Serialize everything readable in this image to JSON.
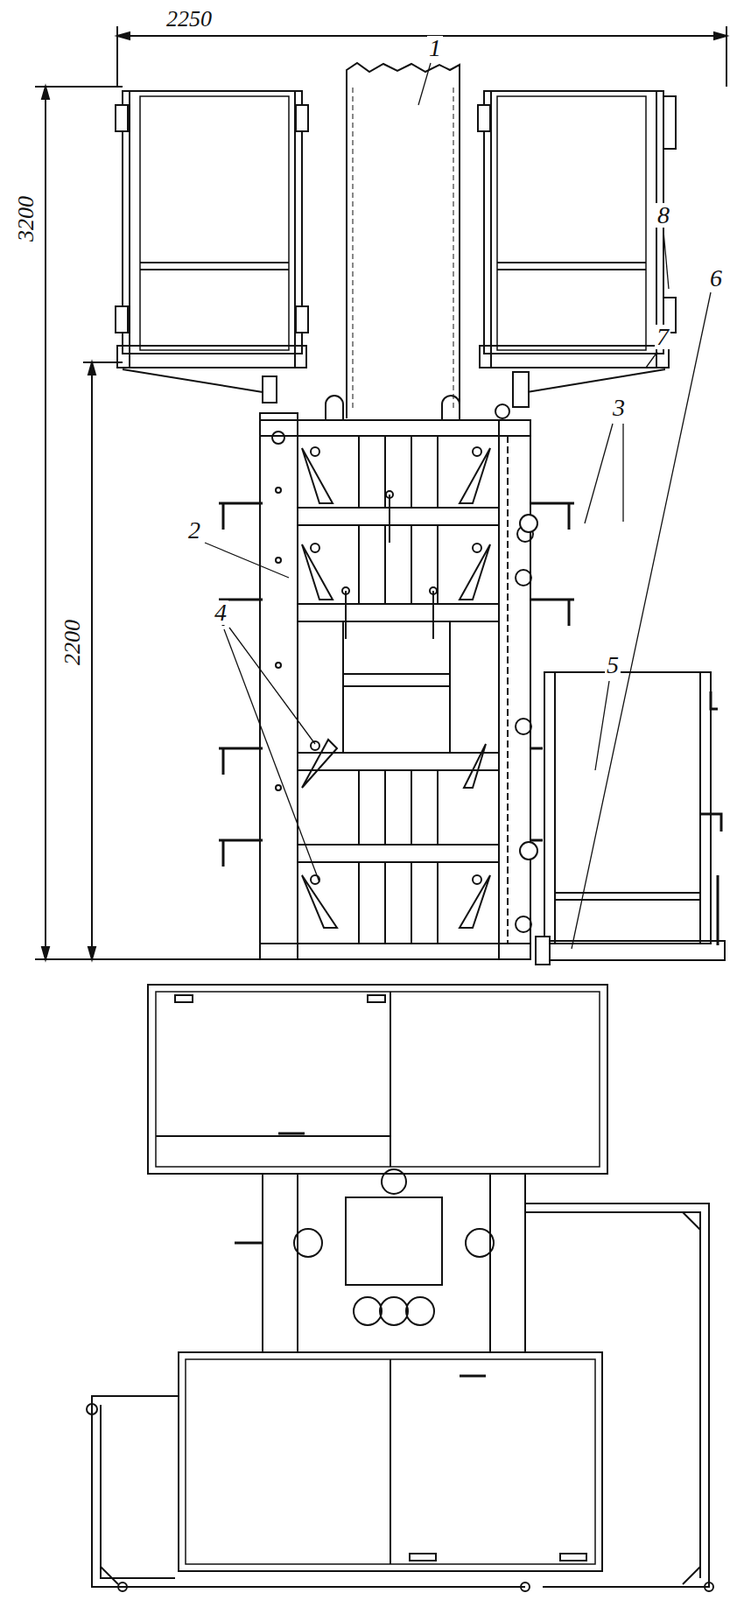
{
  "diagram": {
    "labels": [
      "2250",
      "1",
      "8",
      "7",
      "3",
      "3200",
      "2",
      "2200",
      "6",
      "5",
      "4"
    ]
  }
}
